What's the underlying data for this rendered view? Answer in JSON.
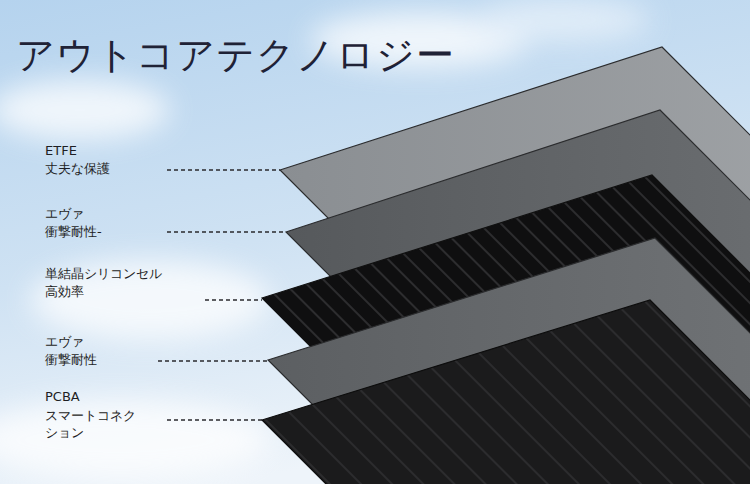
{
  "diagram": {
    "title": "アウトコアテクノロジー",
    "labels": [
      "ETFE",
      "丈夫な保護",
      "エヴァ",
      "衝撃耐性-",
      "単結晶シリコンセル",
      "高効率",
      "エヴァ",
      "衝撃耐性",
      "PCBA",
      "スマートコネク ション"
    ]
  }
}
